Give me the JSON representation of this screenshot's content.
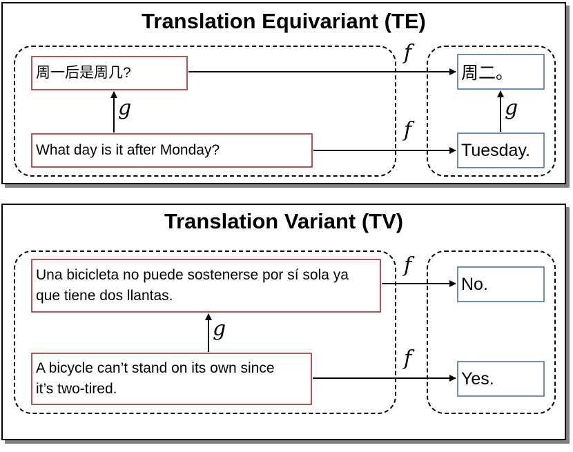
{
  "te": {
    "title": "Translation Equivariant (TE)",
    "input_top": "周一后是周几?",
    "input_bottom": "What day is it after Monday?",
    "output_top": "周二。",
    "output_bottom": "Tuesday.",
    "f_label": "f",
    "g_label": "g"
  },
  "tv": {
    "title": "Translation Variant (TV)",
    "input_top": "Una bicicleta no puede sostenerse por sí sola ya que tiene dos llantas.",
    "input_bottom": "A bicycle can’t stand on its own since it’s two-tired.",
    "output_top": "No.",
    "output_bottom": "Yes.",
    "f_label": "f",
    "g_label": "g"
  },
  "colors": {
    "input_border": "#b85450",
    "output_border": "#6c8ebf"
  }
}
